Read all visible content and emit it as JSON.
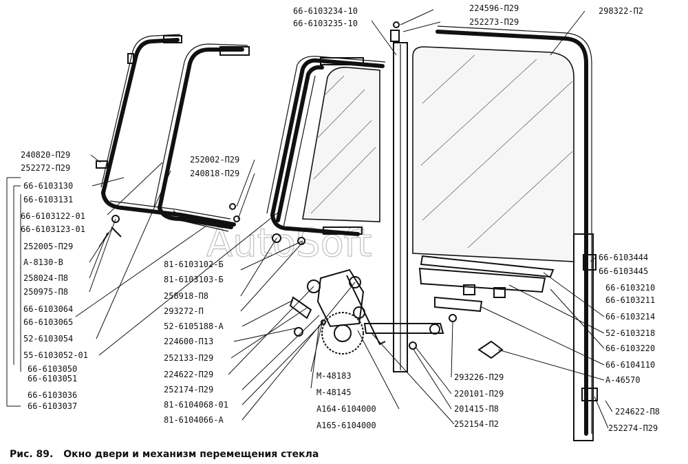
{
  "caption": {
    "prefix": "Рис. 89.",
    "title": "Окно двери и механизм перемещения стекла"
  },
  "watermark": "AutoSoft",
  "labels": {
    "l01": "66-6103234-10",
    "l02": "66-6103235-10",
    "l03": "224596-П29",
    "l04": "252273-П29",
    "l05": "298322-П2",
    "l06": "240820-П29",
    "l07": "252272-П29",
    "l08": "66-6103130",
    "l09": "66-6103131",
    "l10": "66-6103122-01",
    "l11": "66-6103123-01",
    "l12": "252005-П29",
    "l13": "А-8130-В",
    "l14": "258024-П8",
    "l15": "250975-П8",
    "l16": "66-6103064",
    "l17": "66-6103065",
    "l18": "52-6103054",
    "l19": "55-6103052-01",
    "l20": "66-6103050",
    "l21": "66-6103051",
    "l22": "66-6103036",
    "l23": "66-6103037",
    "l24": "252002-П29",
    "l25": "240818-П29",
    "l26": "81-6103102-Б",
    "l27": "81-6103103-Б",
    "l28": "258918-П8",
    "l29": "293272-П",
    "l30": "52-6105188-А",
    "l31": "224600-П13",
    "l32": "252133-П29",
    "l33": "224622-П29",
    "l34": "252174-П29",
    "l35": "81-6104068-01",
    "l36": "81-6104066-А",
    "l37": "М-48183",
    "l38": "М-48145",
    "l39": "А164-6104000",
    "l40": "А165-6104000",
    "l41": "293226-П29",
    "l42": "220101-П29",
    "l43": "201415-П8",
    "l44": "252154-П2",
    "l45": "66-6103444",
    "l46": "66-6103445",
    "l47": "66-6103210",
    "l48": "66-6103211",
    "l49": "66-6103214",
    "l50": "52-6103218",
    "l51": "66-6103220",
    "l52": "66-6104110",
    "l53": "А-46570",
    "l54": "224622-П8",
    "l55": "252274-П29"
  }
}
